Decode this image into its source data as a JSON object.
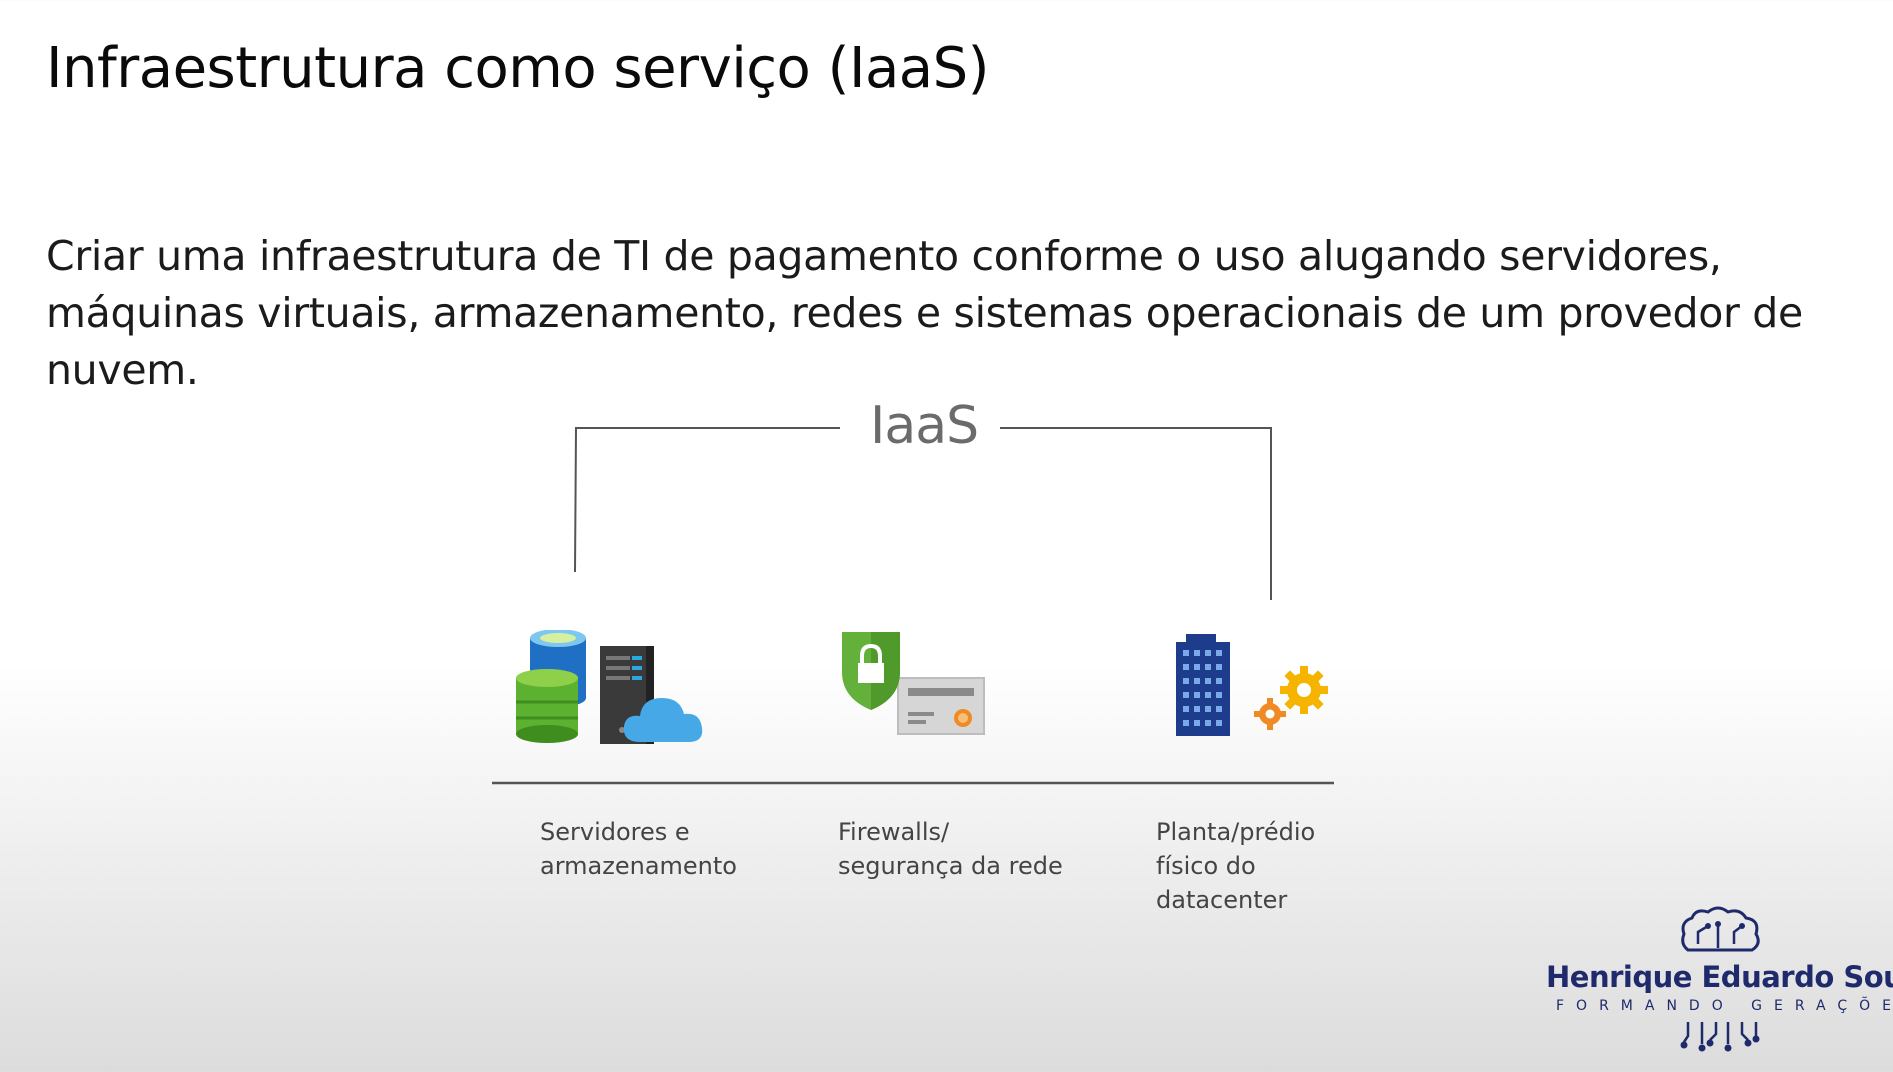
{
  "slide": {
    "title": "Infraestrutura como serviço (IaaS)",
    "description": "Criar uma infraestrutura de TI de pagamento conforme o uso alugando servidores, máquinas virtuais, armazenamento, redes e sistemas operacionais de um provedor de nuvem."
  },
  "diagram": {
    "label": "IaaS",
    "items": [
      {
        "icon": "servers-storage-icon",
        "caption_line1": "Servidores e",
        "caption_line2": "armazenamento"
      },
      {
        "icon": "firewall-security-icon",
        "caption_line1": "Firewalls/",
        "caption_line2": "segurança da rede"
      },
      {
        "icon": "datacenter-building-icon",
        "caption_line1": "Planta/prédio",
        "caption_line2": "físico do",
        "caption_line3": "datacenter"
      }
    ]
  },
  "watermark": {
    "name": "Henrique Eduardo Souza",
    "tagline": "FORMANDO GERAÇÕES"
  }
}
